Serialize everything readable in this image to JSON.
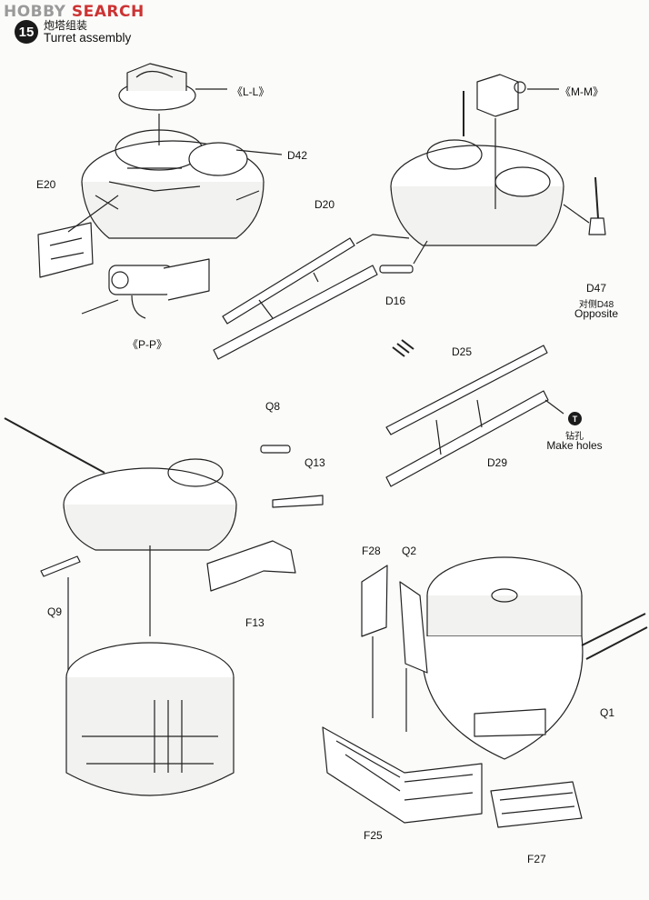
{
  "header": {
    "logo_main": "HOBBY",
    "logo_sub": "SEARCH",
    "step_number": "15",
    "title_cn": "炮塔组装",
    "title_en": "Turret assembly"
  },
  "callouts": {
    "detail_ll": "《L-L》",
    "detail_mm": "《M-M》",
    "detail_pp": "《P-P》"
  },
  "parts": {
    "d42": "D42",
    "e20": "E20",
    "d20": "D20",
    "d16": "D16",
    "d47": "D47",
    "d48_cn": "对侧D48",
    "opposite": "Opposite",
    "d25": "D25",
    "d29": "D29",
    "q8": "Q8",
    "q13": "Q13",
    "q9": "Q9",
    "f13": "F13",
    "f28": "F28",
    "q2": "Q2",
    "q1": "Q1",
    "f25": "F25",
    "f27": "F27"
  },
  "notes": {
    "drill_icon": "T",
    "drill_cn": "钻孔",
    "drill_en": "Make holes"
  }
}
